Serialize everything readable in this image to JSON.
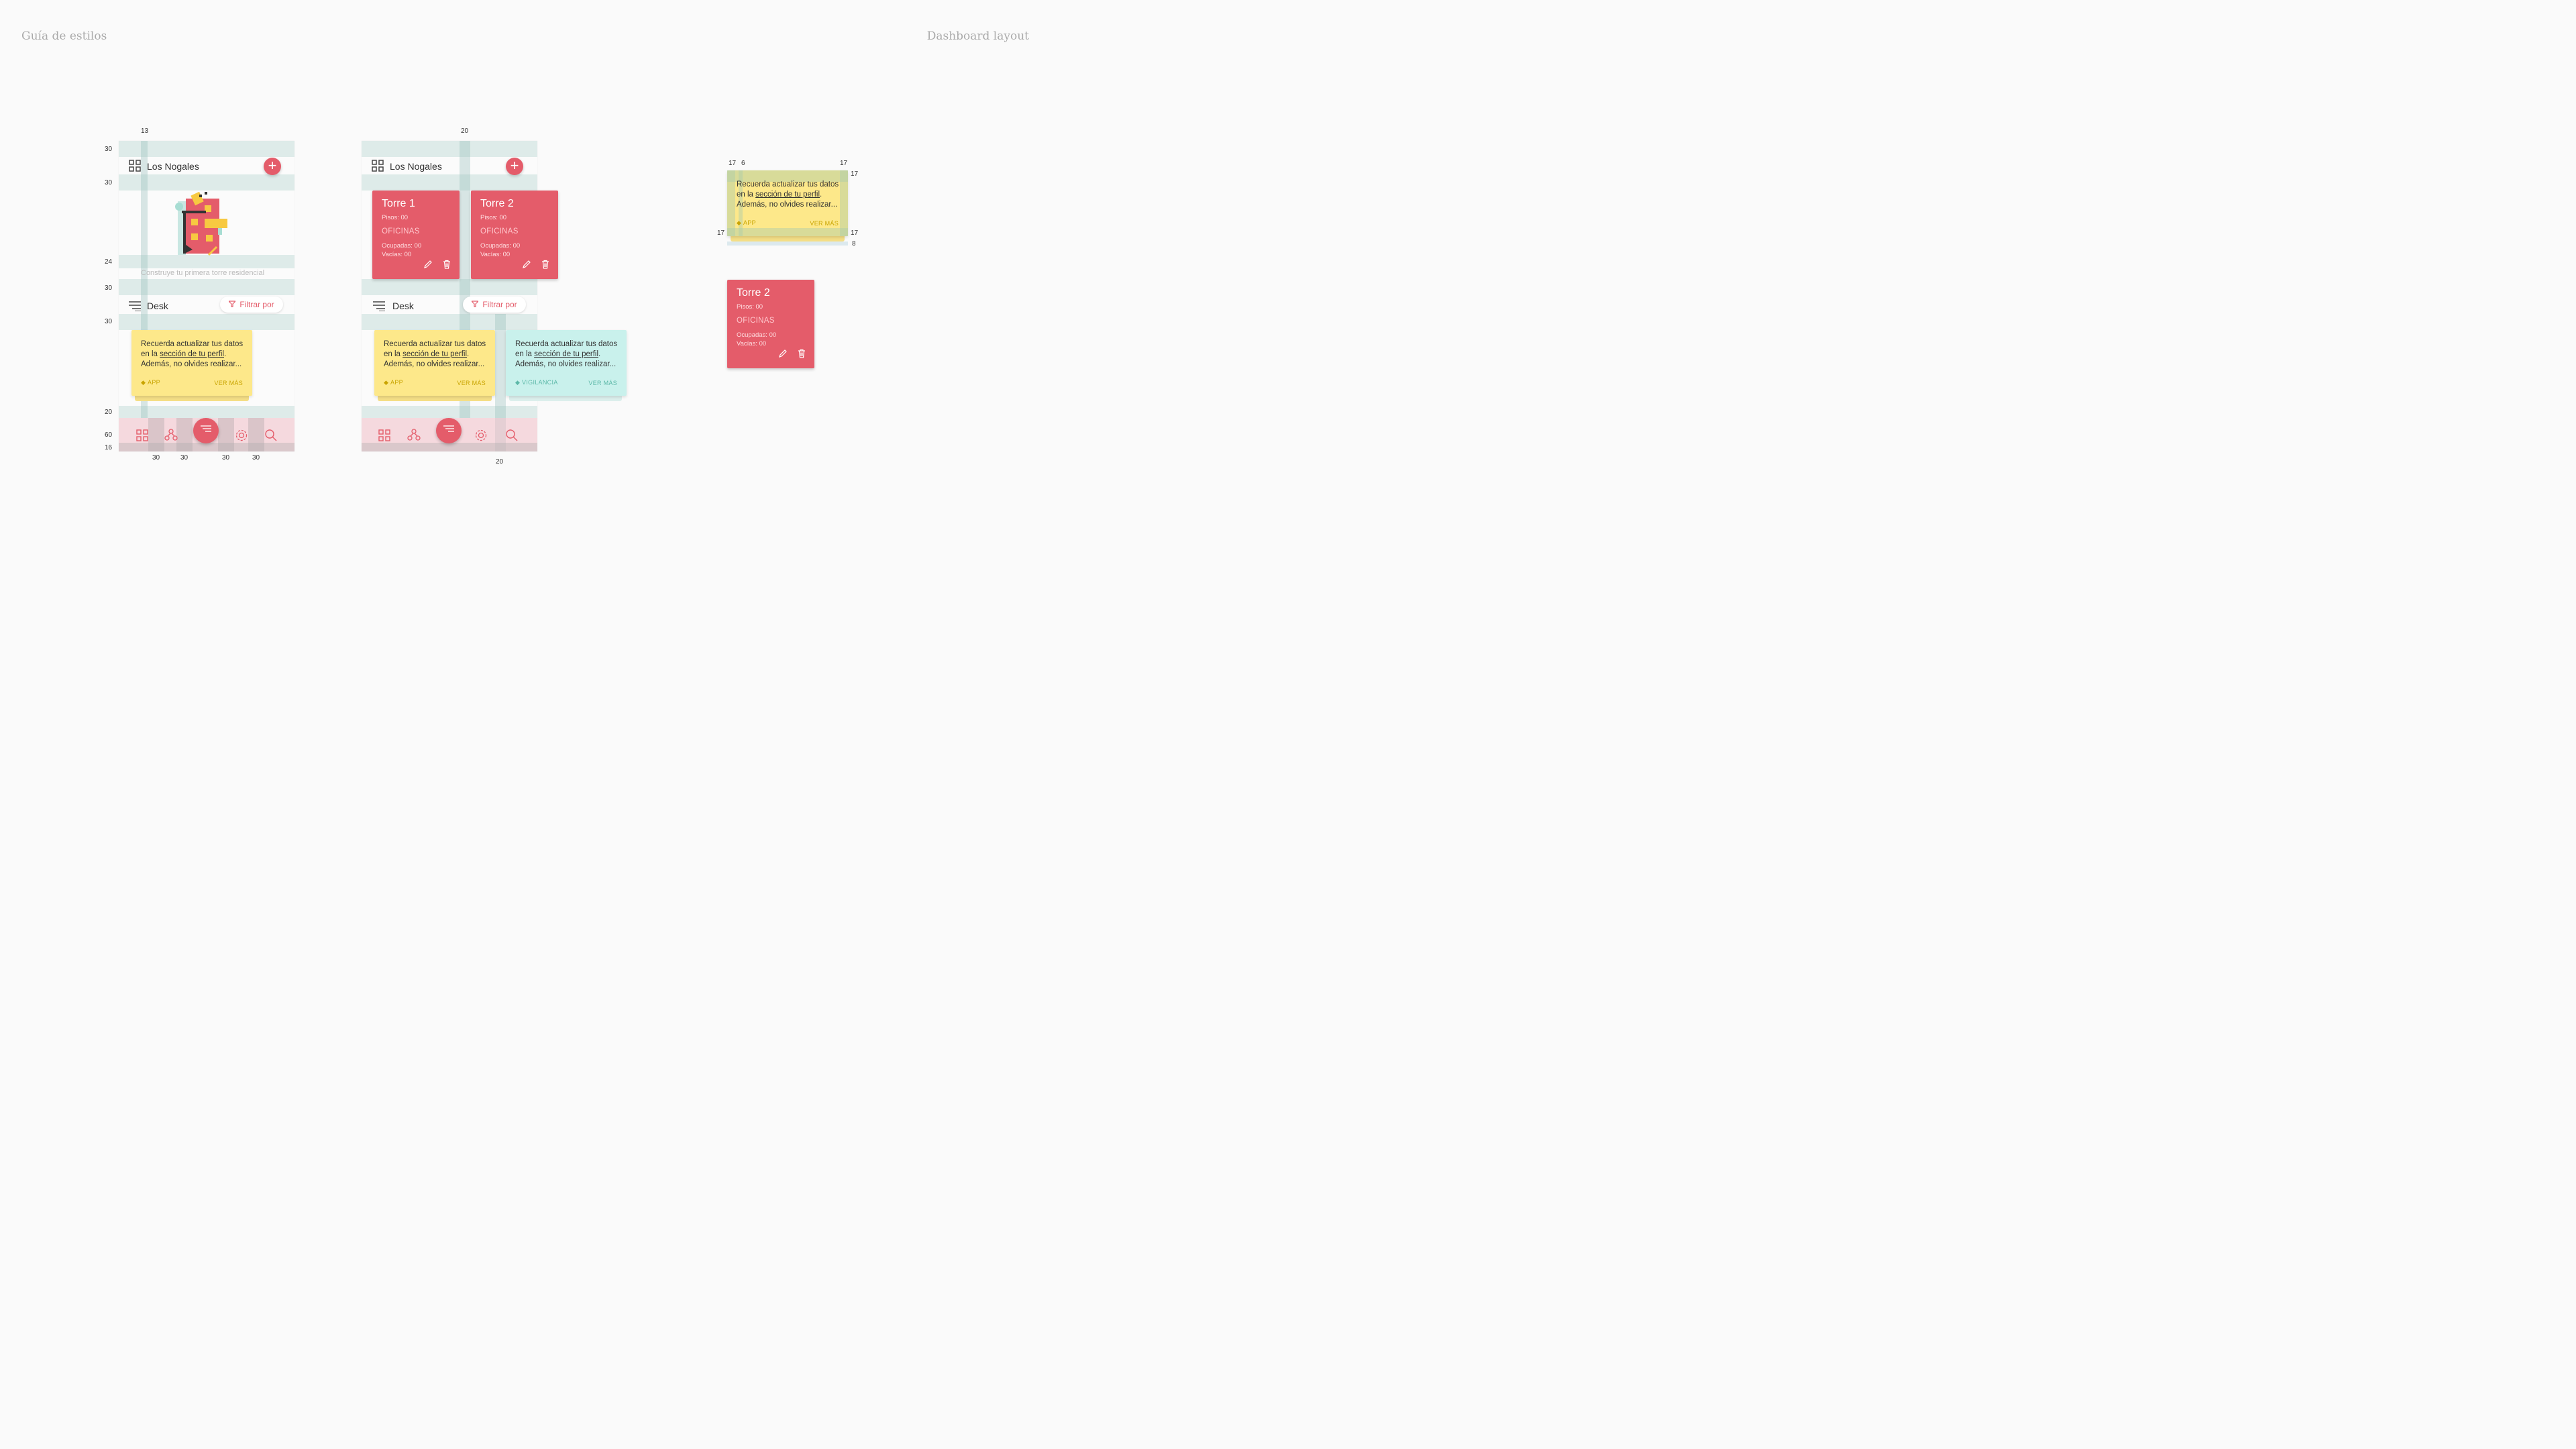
{
  "header": {
    "left_title": "Guía de estilos",
    "right_title": "Dashboard layout"
  },
  "annotations": {
    "top_left": "13",
    "top_mid": "20",
    "left_col": [
      "30",
      "30",
      "24",
      "30",
      "30",
      "20",
      "60",
      "16"
    ],
    "bottom_left": [
      "30",
      "30",
      "30",
      "30"
    ],
    "bottom_mid": "20",
    "note_spec": [
      "17",
      "6",
      "17",
      "17",
      "17",
      "17",
      "8"
    ]
  },
  "panel": {
    "project_name": "Los Nogales",
    "empty_text": "Construye tu primera torre residencial",
    "desk_label": "Desk",
    "filter_label": "Filtrar por"
  },
  "note": {
    "line1": "Recuerda actualizar tus datos",
    "line2_pre": "en la ",
    "line2_link": "sección de tu perfil",
    "line2_post": ".",
    "line3": "Además, no olvides realizar...",
    "more": "VER MÁS",
    "tag_app": "APP",
    "tag_vigilancia": "VIGILANCIA"
  },
  "towers": [
    {
      "name": "Torre 1",
      "floors": "Pisos: 00",
      "type": "OFICINAS",
      "occupied": "Ocupadas: 00",
      "empty": "Vacías: 00"
    },
    {
      "name": "Torre 2",
      "floors": "Pisos: 00",
      "type": "OFICINAS",
      "occupied": "Ocupadas: 00",
      "empty": "Vacías: 00"
    }
  ],
  "colors": {
    "accent": "#e45c6a",
    "note_yellow": "#fde88a",
    "note_teal": "#c9f1ec",
    "tag_yellow": "#c9a400",
    "tag_teal": "#5cb8a8"
  },
  "icons": {
    "grid": "grid-icon",
    "plus": "plus-icon",
    "menu": "menu-lines-icon",
    "filter": "filter-icon",
    "tag": "tag-icon",
    "pencil": "pencil-icon",
    "trash": "trash-icon",
    "network": "network-icon",
    "gear": "gear-icon",
    "search": "search-icon"
  }
}
